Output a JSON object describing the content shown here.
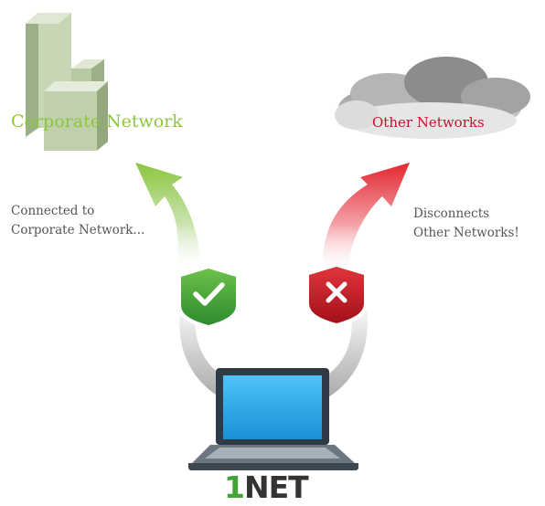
{
  "corporate": {
    "label": "Corporate Network",
    "caption": [
      "Connected to",
      "Corporate Network..."
    ]
  },
  "other": {
    "label": "Other Networks",
    "caption": [
      "Disconnects",
      "Other Networks!"
    ]
  },
  "brand": {
    "num": "1",
    "name": "NET"
  },
  "icons": {
    "corporate": "building-icon",
    "other": "cloud-icon",
    "allowed": "check-shield-icon",
    "blocked": "x-shield-icon",
    "device": "laptop-icon"
  },
  "colors": {
    "green": "#3fa535",
    "red": "#c8102e",
    "brand_dark": "#333333"
  }
}
